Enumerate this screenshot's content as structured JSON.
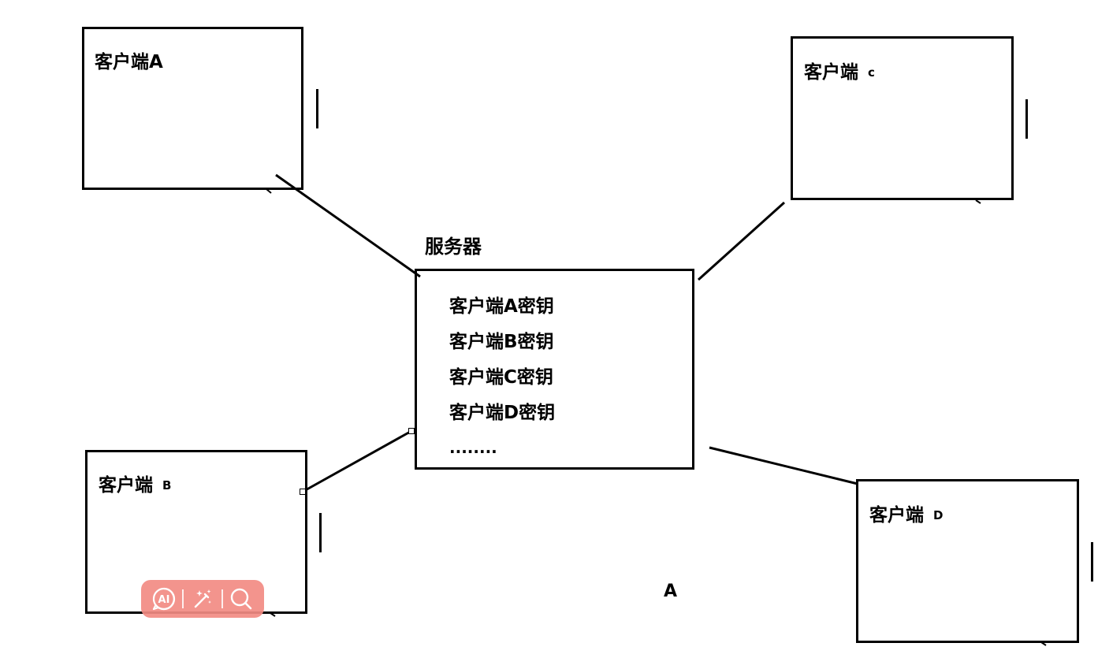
{
  "clients": {
    "a": {
      "main": "客户端A",
      "sub": ""
    },
    "b": {
      "main": "客户端",
      "sub": "B"
    },
    "c": {
      "main": "客户端",
      "sub": "c"
    },
    "d": {
      "main": "客户端",
      "sub": "D"
    }
  },
  "server": {
    "title": "服务器",
    "keys": [
      "客户端A密钥",
      "客户端B密钥",
      "客户端C密钥",
      "客户端D密钥"
    ],
    "ellipsis": "........"
  },
  "stray_label": "A",
  "toolbar": {
    "color": "#f28b84",
    "ai_text": "AI",
    "icons": [
      "ai-icon",
      "magic-wand-icon",
      "search-icon"
    ]
  }
}
